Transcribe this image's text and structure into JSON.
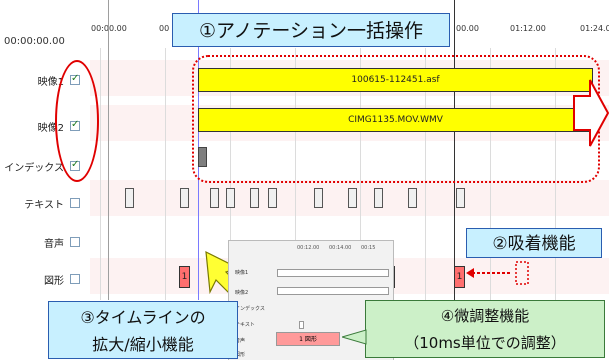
{
  "time_display": "00:00:00.00",
  "ruler_ticks": [
    "00:00.00",
    "00",
    "00.00",
    "01:12.00",
    "01:24.0"
  ],
  "tracks": [
    {
      "label": "映像1",
      "checked": true
    },
    {
      "label": "映像2",
      "checked": true
    },
    {
      "label": "インデックス",
      "checked": true
    },
    {
      "label": "テキスト",
      "checked": false
    },
    {
      "label": "音声",
      "checked": false
    },
    {
      "label": "図形",
      "checked": false
    }
  ],
  "clips": {
    "video1": "100615-112451.asf",
    "video2": "CIMG1135.MOV.WMV"
  },
  "shape_markers": [
    "1",
    "1",
    "1",
    "1"
  ],
  "inset": {
    "labels": [
      "映像1",
      "映像2",
      "インデックス",
      "テキスト",
      "音声",
      "図形"
    ],
    "ticks": [
      "00:12.00",
      "00:14.00",
      "00:15"
    ],
    "shape_label": "1 図形"
  },
  "annotations": {
    "batch": "①アノテーション一括操作",
    "snap": "②吸着機能",
    "zoom_line1": "③タイムラインの",
    "zoom_line2": "拡大/縮小機能",
    "fine_line1": "④微調整機能",
    "fine_line2": "（10ms単位での調整）"
  },
  "colors": {
    "clip_fill": "#ffff00",
    "annotation_red": "#e00000",
    "callout_blue": "#c8f0ff",
    "callout_green": "#ccf0c8",
    "shape_fill": "#ff6f6f"
  }
}
